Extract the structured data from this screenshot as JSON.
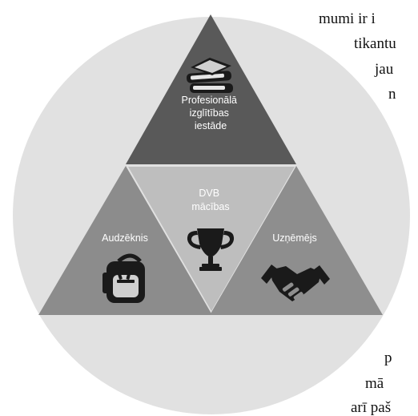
{
  "colors": {
    "circle": "#e1e1e1",
    "top_triangle": "#595959",
    "left_triangle": "#8c8c8c",
    "center_triangle": "#bebebe",
    "right_triangle": "#8e8e8e",
    "label_text": "#ffffff",
    "icon_dark": "#1a1a1a",
    "background": "#ffffff"
  },
  "diagram": {
    "top": {
      "label_lines": [
        "Profesionālā",
        "izglītības",
        "iestāde"
      ],
      "icon": "books-icon"
    },
    "left": {
      "label": "Audzēknis",
      "icon": "backpack-icon"
    },
    "center": {
      "label_lines": [
        "DVB",
        "mācības"
      ],
      "icon": "trophy-icon"
    },
    "right": {
      "label": "Uzņēmējs",
      "icon": "handshake-icon"
    }
  },
  "background_text": {
    "top_lines": [
      "mumi ir i",
      "tikantu",
      "jau",
      "n"
    ],
    "bottom_lines": [
      "p",
      "mā",
      "arī paš"
    ]
  }
}
